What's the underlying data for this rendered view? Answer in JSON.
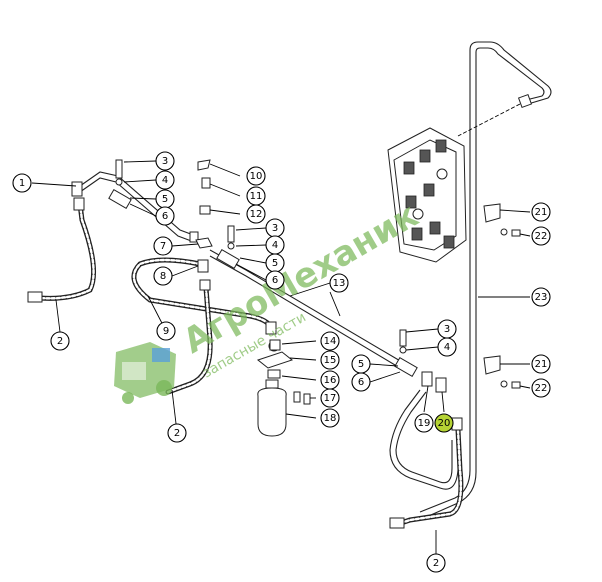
{
  "watermark": {
    "brand_text": "АгроМеханик",
    "tagline": "запасные части"
  },
  "callouts": [
    {
      "id": "c1",
      "label": "1"
    },
    {
      "id": "c2a",
      "label": "2"
    },
    {
      "id": "c2b",
      "label": "2"
    },
    {
      "id": "c2c",
      "label": "2"
    },
    {
      "id": "c3a",
      "label": "3"
    },
    {
      "id": "c3b",
      "label": "3"
    },
    {
      "id": "c3c",
      "label": "3"
    },
    {
      "id": "c4a",
      "label": "4"
    },
    {
      "id": "c4b",
      "label": "4"
    },
    {
      "id": "c4c",
      "label": "4"
    },
    {
      "id": "c5a",
      "label": "5"
    },
    {
      "id": "c5b",
      "label": "5"
    },
    {
      "id": "c5c",
      "label": "5"
    },
    {
      "id": "c6a",
      "label": "6"
    },
    {
      "id": "c6b",
      "label": "6"
    },
    {
      "id": "c6c",
      "label": "6"
    },
    {
      "id": "c7",
      "label": "7"
    },
    {
      "id": "c8",
      "label": "8"
    },
    {
      "id": "c9",
      "label": "9"
    },
    {
      "id": "c10",
      "label": "10"
    },
    {
      "id": "c11",
      "label": "11"
    },
    {
      "id": "c12",
      "label": "12"
    },
    {
      "id": "c13",
      "label": "13"
    },
    {
      "id": "c14",
      "label": "14"
    },
    {
      "id": "c15",
      "label": "15"
    },
    {
      "id": "c16",
      "label": "16"
    },
    {
      "id": "c17",
      "label": "17"
    },
    {
      "id": "c18",
      "label": "18"
    },
    {
      "id": "c19",
      "label": "19"
    },
    {
      "id": "c20",
      "label": "20",
      "highlight_color": "#b5d334"
    },
    {
      "id": "c21a",
      "label": "21"
    },
    {
      "id": "c21b",
      "label": "21"
    },
    {
      "id": "c22a",
      "label": "22"
    },
    {
      "id": "c22b",
      "label": "22"
    },
    {
      "id": "c23",
      "label": "23"
    }
  ]
}
